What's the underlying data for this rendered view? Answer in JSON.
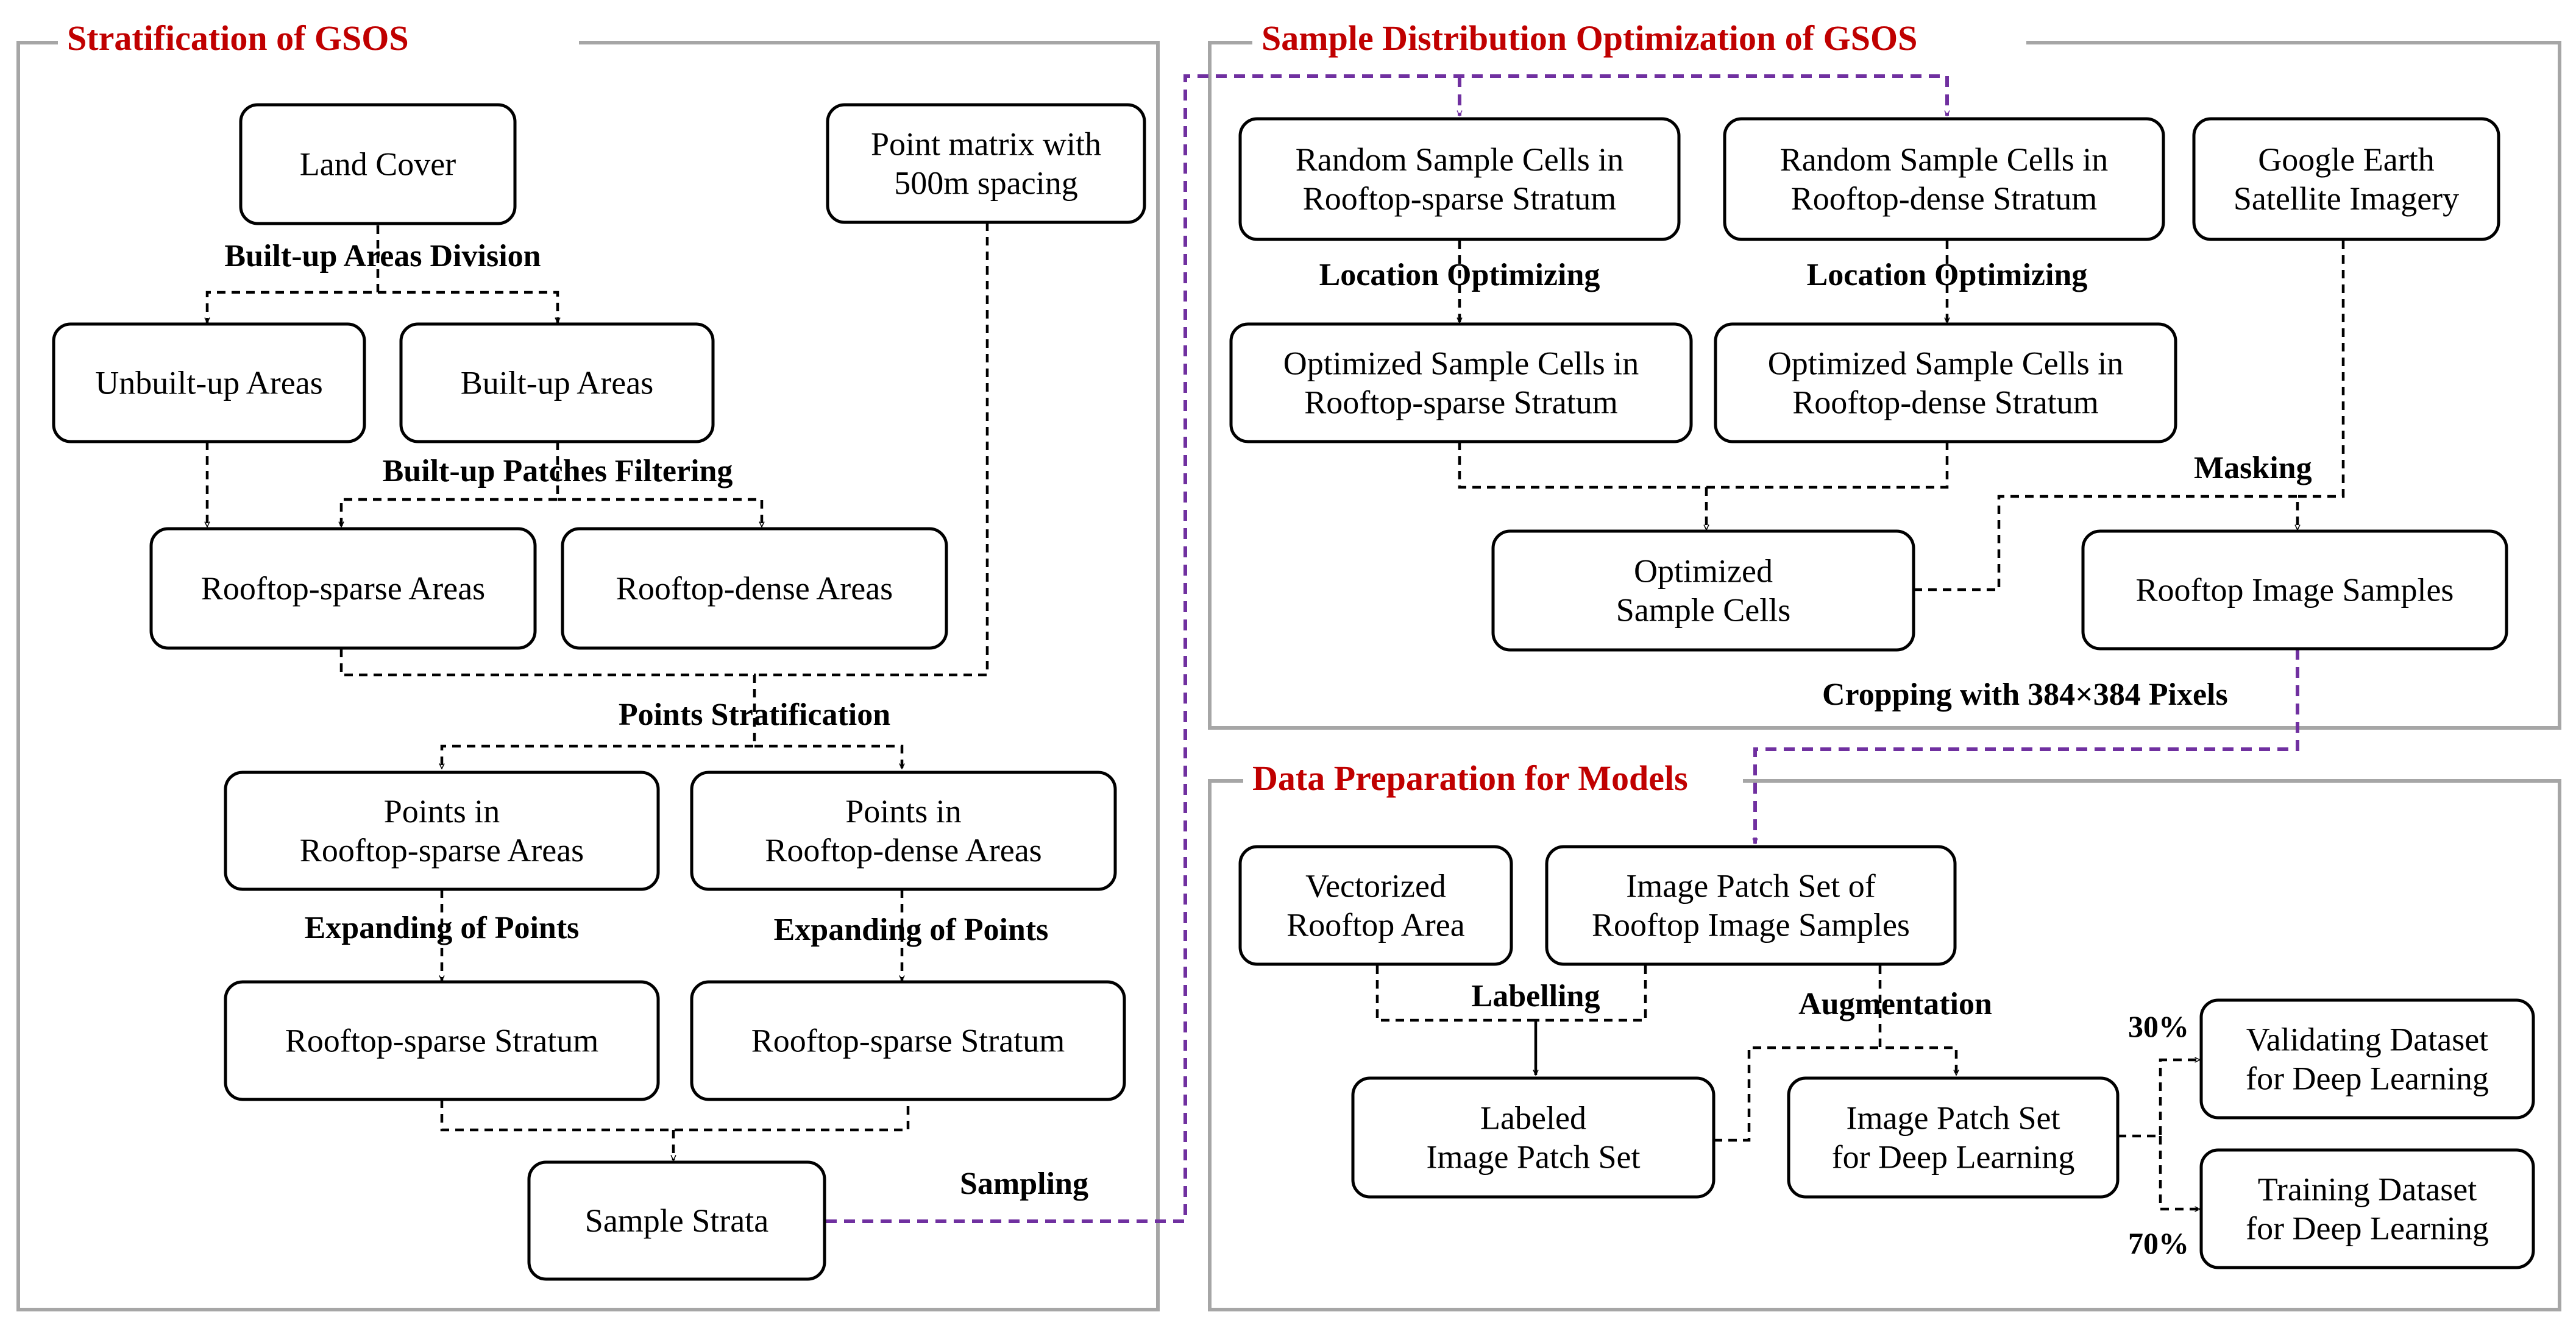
{
  "panels": {
    "stratification": "Stratification of GSOS",
    "optimization": "Sample Distribution Optimization of GSOS",
    "preparation": "Data Preparation for Models"
  },
  "boxes": {
    "land_cover": [
      "Land Cover"
    ],
    "point_matrix": [
      "Point matrix with",
      "500m spacing"
    ],
    "unbuilt_areas": [
      "Unbuilt-up Areas"
    ],
    "builtup_areas": [
      "Built-up Areas"
    ],
    "rooftop_sparse_areas": [
      "Rooftop-sparse Areas"
    ],
    "rooftop_dense_areas": [
      "Rooftop-dense Areas"
    ],
    "points_sparse": [
      "Points in",
      "Rooftop-sparse Areas"
    ],
    "points_dense": [
      "Points in",
      "Rooftop-dense Areas"
    ],
    "stratum_left": [
      "Rooftop-sparse Stratum"
    ],
    "stratum_right": [
      "Rooftop-sparse Stratum"
    ],
    "sample_strata": [
      "Sample Strata"
    ],
    "random_sparse": [
      "Random Sample Cells in",
      "Rooftop-sparse Stratum"
    ],
    "random_dense": [
      "Random Sample Cells in",
      "Rooftop-dense Stratum"
    ],
    "google_earth": [
      "Google Earth",
      "Satellite Imagery"
    ],
    "optimized_sparse": [
      "Optimized Sample Cells in",
      "Rooftop-sparse Stratum"
    ],
    "optimized_dense": [
      "Optimized Sample Cells in",
      "Rooftop-dense Stratum"
    ],
    "optimized_cells": [
      "Optimized",
      "Sample Cells"
    ],
    "rooftop_image_samples": [
      "Rooftop Image Samples"
    ],
    "vectorized_rooftop": [
      "Vectorized",
      "Rooftop Area"
    ],
    "image_patch_set": [
      "Image Patch Set of",
      "Rooftop Image Samples"
    ],
    "labeled_patch_set": [
      "Labeled",
      "Image Patch Set"
    ],
    "patch_set_deep": [
      "Image Patch Set",
      "for Deep Learning"
    ],
    "validating_dataset": [
      "Validating Dataset",
      "for Deep Learning"
    ],
    "training_dataset": [
      "Training Dataset",
      "for Deep Learning"
    ]
  },
  "labels": {
    "builtup_division": "Built-up Areas Division",
    "patches_filtering": "Built-up Patches Filtering",
    "points_stratification": "Points Stratification",
    "expanding_left": "Expanding of Points",
    "expanding_right": "Expanding of Points",
    "sampling": "Sampling",
    "location_opt_left": "Location Optimizing",
    "location_opt_right": "Location Optimizing",
    "masking": "Masking",
    "cropping": "Cropping with 384×384 Pixels",
    "labelling": "Labelling",
    "augmentation": "Augmentation",
    "pct_30": "30%",
    "pct_70": "70%"
  },
  "colors": {
    "panel_title": "#c00000",
    "sampling_flow": "#7030a0",
    "panel_frame": "#a6a6a6"
  }
}
